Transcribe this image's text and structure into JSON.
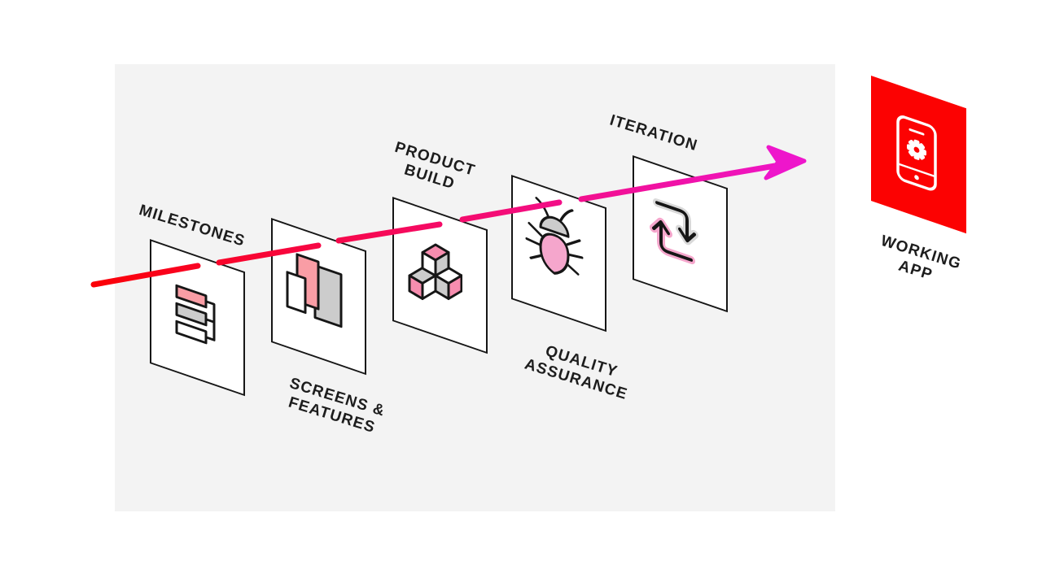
{
  "diagram": {
    "colors": {
      "panel_bg": "#f3f3f3",
      "outline": "#161616",
      "text": "#1d1d1d",
      "salmon": "#f99da5",
      "pink": "#f78daf",
      "pink_soft": "#f5a6cc",
      "gray_fill": "#cccccc",
      "gray_soft": "#d9d9d9",
      "red": "#fc0202",
      "line_start": "#fb0007",
      "line_end": "#ee16cb"
    },
    "stages": [
      {
        "id": "milestones",
        "label_lines": [
          "MILESTONES"
        ],
        "icon": "gantt-chart-icon"
      },
      {
        "id": "screens-features",
        "label_lines": [
          "SCREENS &",
          "FEATURES"
        ],
        "icon": "screens-overlap-icon"
      },
      {
        "id": "product-build",
        "label_lines": [
          "PRODUCT",
          "BUILD"
        ],
        "icon": "iso-cubes-icon"
      },
      {
        "id": "quality-assurance",
        "label_lines": [
          "QUALITY",
          "ASSURANCE"
        ],
        "icon": "bug-icon"
      },
      {
        "id": "iteration",
        "label_lines": [
          "ITERATION"
        ],
        "icon": "cycle-arrows-icon"
      },
      {
        "id": "working-app",
        "label_lines": [
          "WORKING",
          "APP"
        ],
        "icon": "phone-gear-icon"
      }
    ]
  }
}
